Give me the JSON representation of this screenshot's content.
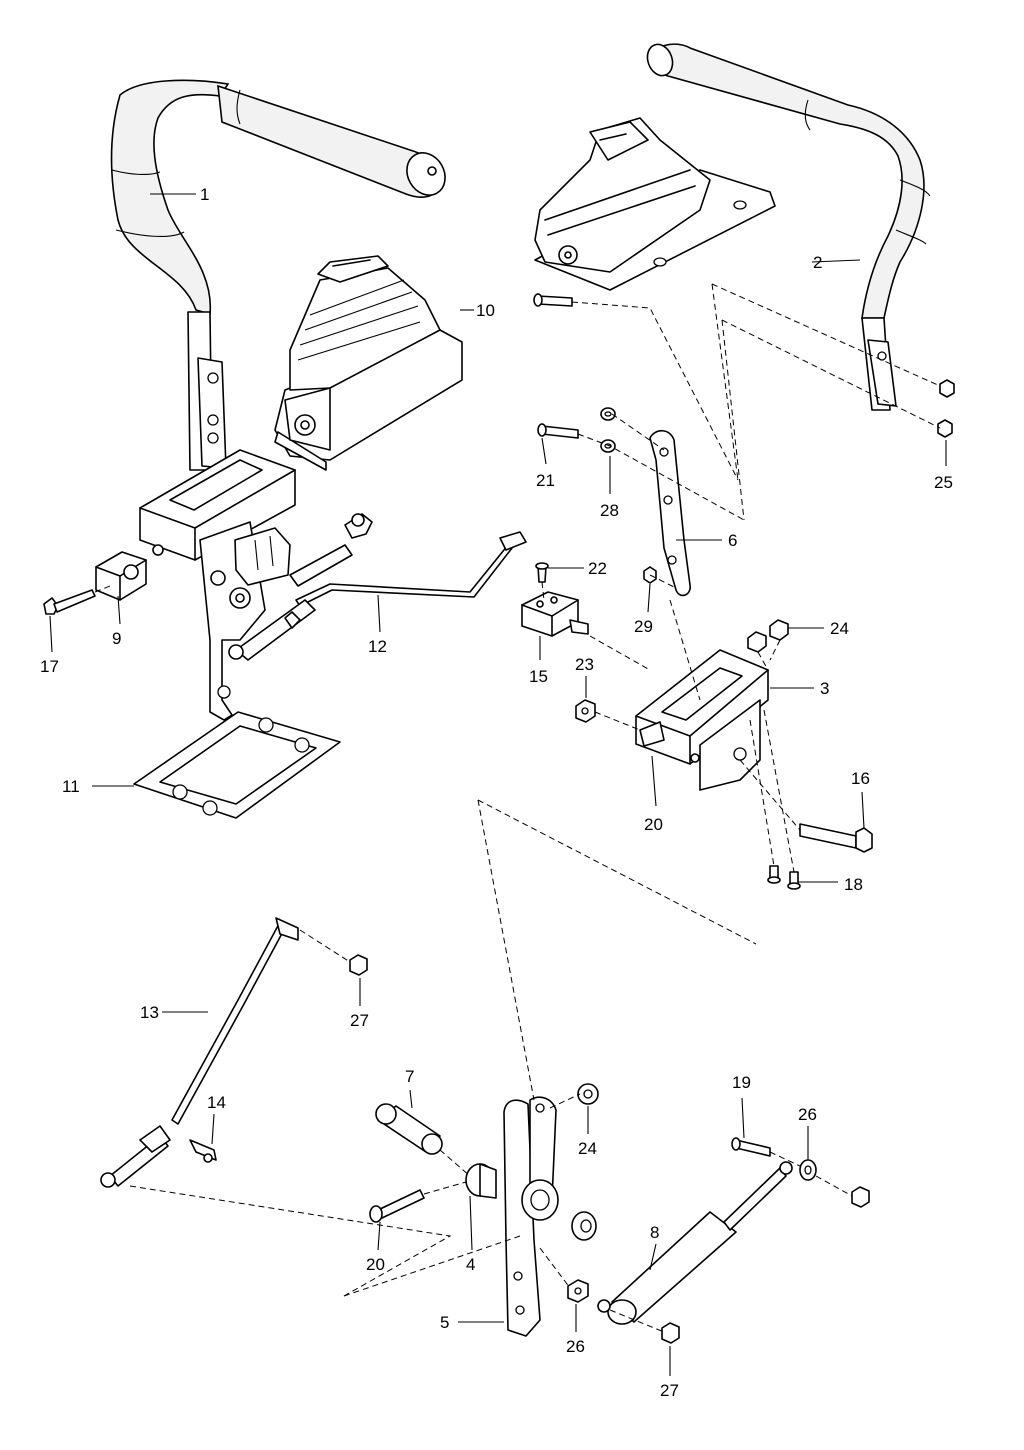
{
  "diagram": {
    "callouts": {
      "c1": "1",
      "c2": "2",
      "c3": "3",
      "c4": "4",
      "c5": "5",
      "c6": "6",
      "c7": "7",
      "c8": "8",
      "c9": "9",
      "c10": "10",
      "c11": "11",
      "c12": "12",
      "c13": "13",
      "c14": "14",
      "c15": "15",
      "c16": "16",
      "c17": "17",
      "c18": "18",
      "c19": "19",
      "c20a": "20",
      "c20b": "20",
      "c21": "21",
      "c22": "22",
      "c23": "23",
      "c24a": "24",
      "c24b": "24",
      "c25": "25",
      "c26a": "26",
      "c26b": "26",
      "c27a": "27",
      "c27b": "27",
      "c28": "28",
      "c29": "29"
    }
  }
}
